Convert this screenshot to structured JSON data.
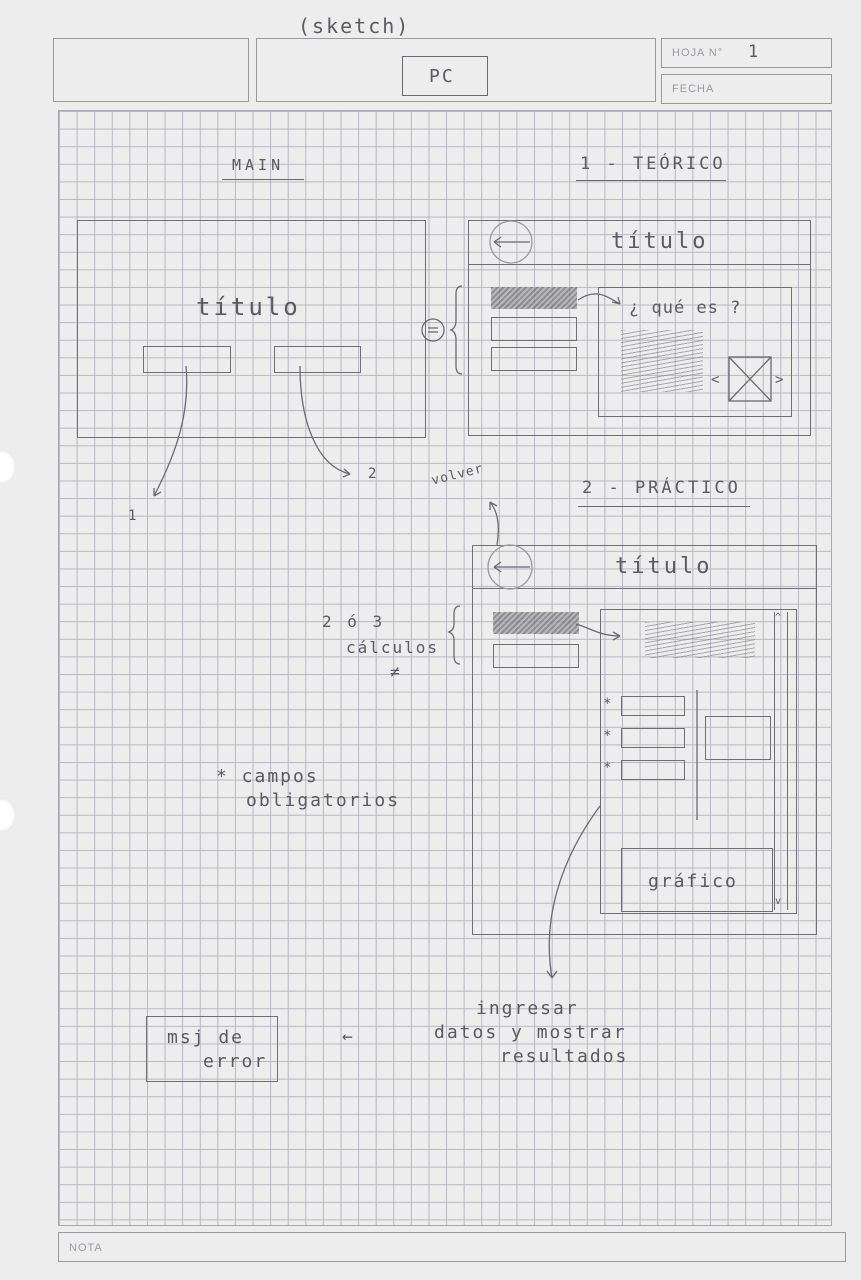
{
  "header": {
    "sketch_label": "(sketch)",
    "device_label": "PC",
    "sheet_label": "HOJA N°",
    "sheet_number": "1",
    "date_label": "FECHA",
    "note_label": "NOTA"
  },
  "main_screen": {
    "heading": "MAIN",
    "title": "título",
    "arrow_1": "1",
    "arrow_2": "2"
  },
  "theory_screen": {
    "heading": "1 - TEÓRICO",
    "title": "título",
    "question": "¿ qué es ?",
    "prev": "<",
    "next": ">"
  },
  "practice_screen": {
    "heading": "2 - PRÁCTICO",
    "title": "título",
    "volver": "volver",
    "calc_count": "2 ó 3",
    "calc_label": "cálculos",
    "calc_note": "≠",
    "asterisks": [
      "*",
      "*",
      "*"
    ],
    "scroll_up": "^",
    "scroll_down": "v",
    "chart_label": "gráfico"
  },
  "notes": {
    "required_line1": "* campos",
    "required_line2": "obligatorios",
    "error_line1": "msj  de",
    "error_line2": "error",
    "arrow": "←",
    "input_line1": "ingresar",
    "input_line2": "datos  y  mostrar",
    "input_line3": "resultados"
  }
}
